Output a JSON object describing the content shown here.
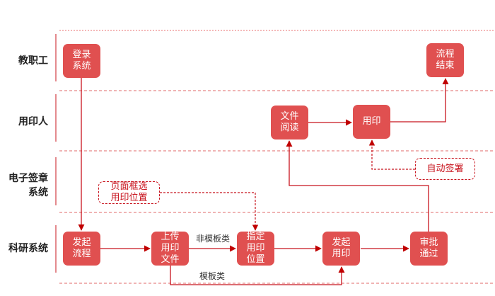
{
  "lanes": [
    {
      "label": "教职工"
    },
    {
      "label": "用印人"
    },
    {
      "label": "电子签章\n系统"
    },
    {
      "label": "科研系统"
    }
  ],
  "nodes": {
    "login": "登录\n系统",
    "end": "流程\n结束",
    "read": "文件\n阅读",
    "seal": "用印",
    "start": "发起\n流程",
    "upload": "上传\n用印\n文件",
    "position": "指定\n用印\n位置",
    "initiate_seal": "发起\n用印",
    "approved": "审批\n通过"
  },
  "notes": {
    "frame_select": "页面框选\n用印位置",
    "auto_sign": "自动签署"
  },
  "edge_labels": {
    "non_template": "非模板类",
    "template": "模板类"
  },
  "colors": {
    "node_fill": "#e05050",
    "line": "#c8141e",
    "lane_divider": "#e06060"
  }
}
